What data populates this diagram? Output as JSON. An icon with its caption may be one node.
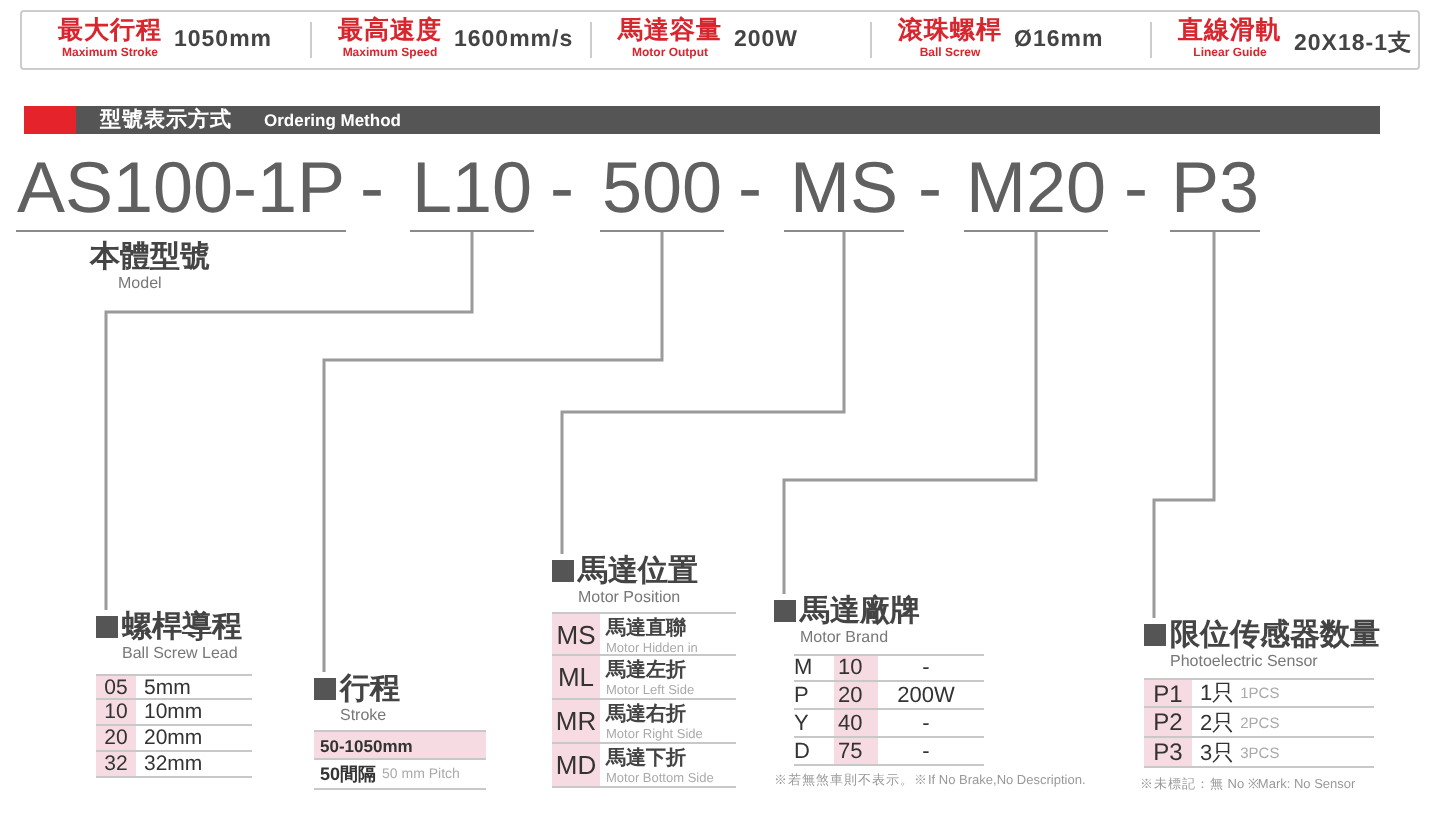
{
  "diagram": {
    "nodes": [
      {
        "text": [
          "AS100-1P"
        ]
      },
      {
        "text": [
          "L10"
        ]
      },
      {
        "text": [
          "500"
        ]
      },
      {
        "text": [
          "MS"
        ]
      },
      {
        "text": [
          "M20"
        ]
      },
      {
        "text": [
          "P3"
        ]
      },
      {
        "text": [
          "本體型號",
          "Model"
        ]
      },
      {
        "text": [
          "螺桿導程",
          "Ball Screw Lead"
        ]
      },
      {
        "text": [
          "行程",
          "Stroke"
        ]
      },
      {
        "text": [
          "馬達位置",
          "Motor Position"
        ]
      },
      {
        "text": [
          "馬達廠牌",
          "Motor Brand"
        ]
      },
      {
        "text": [
          "限位传感器数量",
          "Photoelectric Sensor"
        ]
      }
    ],
    "edges": [
      {
        "from": 1,
        "to": 7,
        "arrow": "none"
      },
      {
        "from": 2,
        "to": 8,
        "arrow": "none"
      },
      {
        "from": 3,
        "to": 9,
        "arrow": "none"
      },
      {
        "from": 4,
        "to": 10,
        "arrow": "none"
      },
      {
        "from": 5,
        "to": 11,
        "arrow": "none"
      }
    ],
    "labels": [
      "最大行程",
      "Maximum Stroke",
      "1050mm",
      "最高速度",
      "Maximum Speed",
      "1600mm/s",
      "馬達容量",
      "Motor Output",
      "200W",
      "滾珠螺桿",
      "Ball Screw",
      "Ø16mm",
      "直線滑軌",
      "Linear Guide",
      "20X18-1支",
      "型號表示方式",
      "Ordering Method",
      "-",
      "-",
      "-",
      "-",
      "-",
      "05",
      "5mm",
      "10",
      "10mm",
      "20",
      "20mm",
      "32",
      "32mm",
      "50-1050mm",
      "50間隔",
      "50 mm Pitch",
      "MS",
      "馬達直聯",
      "Motor Hidden in",
      "ML",
      "馬達左折",
      "Motor Left Side",
      "MR",
      "馬達右折",
      "Motor Right Side",
      "MD",
      "馬達下折",
      "Motor Bottom Side",
      "M",
      "10",
      "-",
      "P",
      "20",
      "200W",
      "Y",
      "40",
      "-",
      "D",
      "75",
      "-",
      "※若無煞車則不表示。※If No Brake,No Description.",
      "P1",
      "1只",
      "1PCS",
      "P2",
      "2只",
      "2PCS",
      "P3",
      "3只",
      "3PCS",
      "※未標記：無 No ※Mark: No Sensor"
    ]
  }
}
